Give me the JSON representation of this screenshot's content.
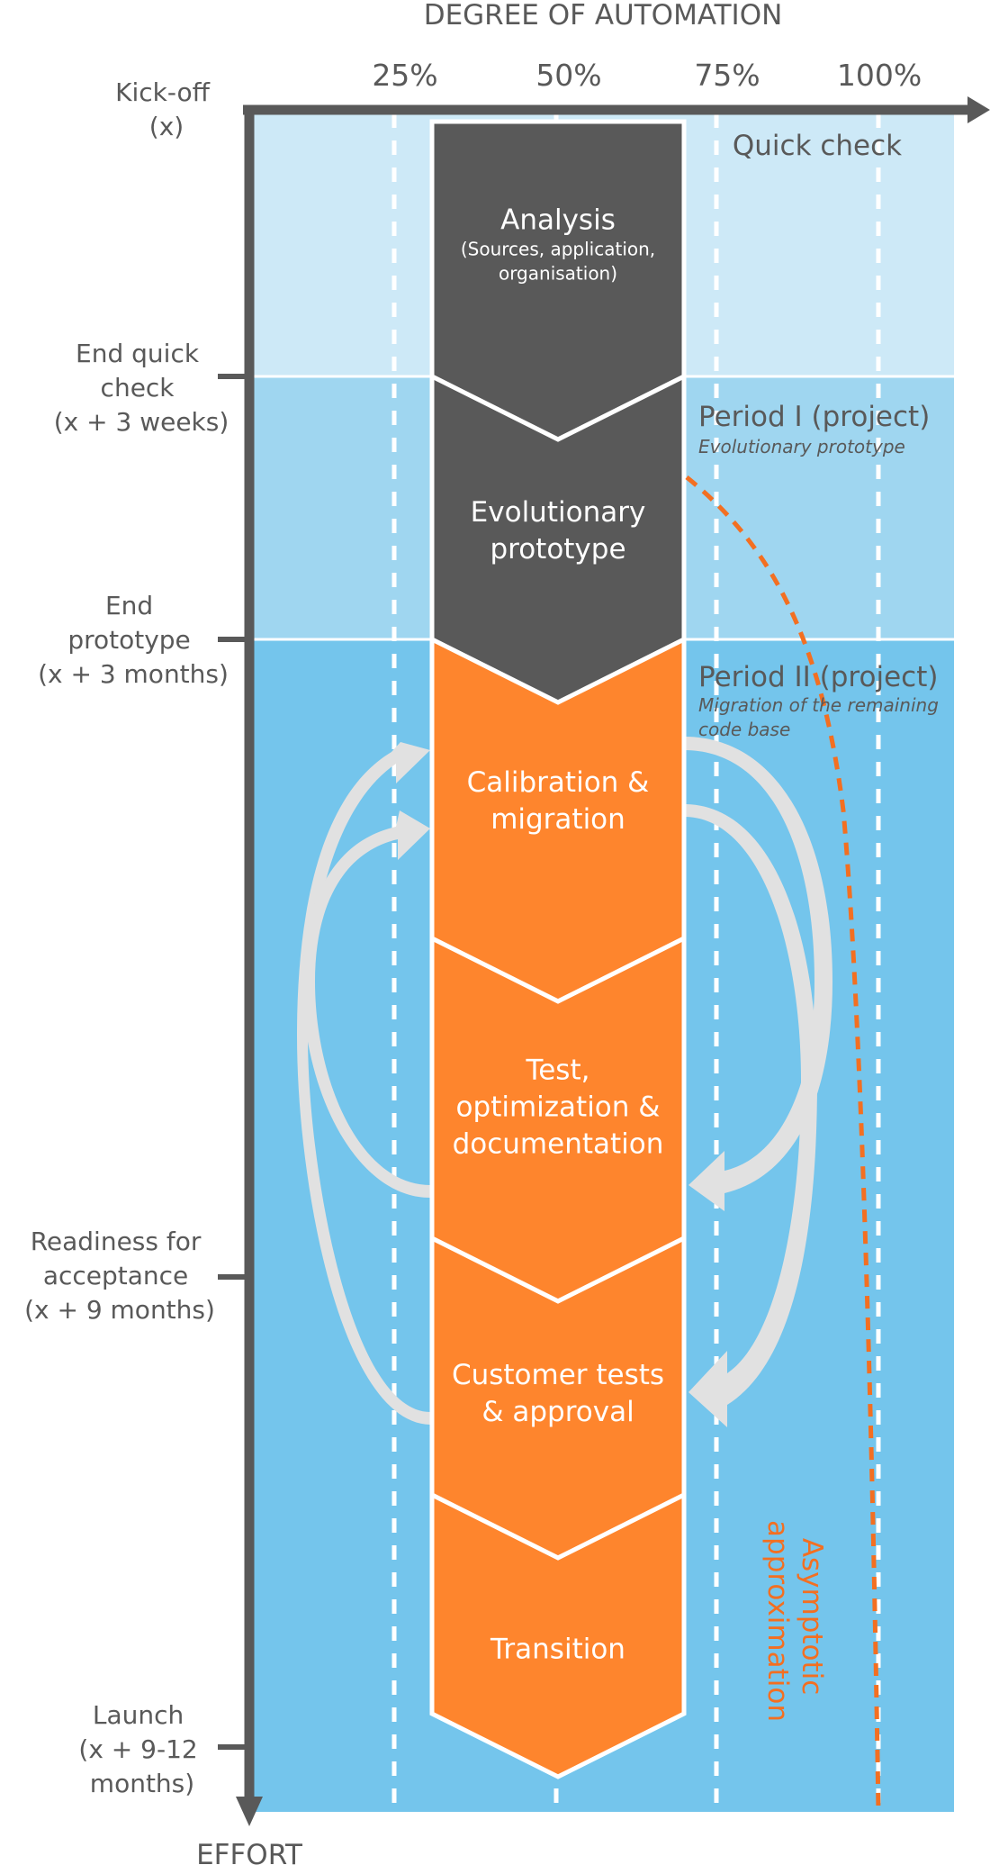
{
  "axes": {
    "x_title": "DEGREE OF AUTOMATION",
    "y_title": "EFFORT",
    "ticks": [
      "25%",
      "50%",
      "75%",
      "100%"
    ]
  },
  "milestones": [
    {
      "lines": [
        "Kick-off",
        "(x)"
      ]
    },
    {
      "lines": [
        "End quick",
        "check",
        "(x + 3 weeks)"
      ]
    },
    {
      "lines": [
        "End",
        "prototype",
        "(x + 3 months)"
      ]
    },
    {
      "lines": [
        "Readiness for",
        "acceptance",
        "(x + 9 months)"
      ]
    },
    {
      "lines": [
        "Launch",
        "(x + 9-12",
        "months)"
      ]
    }
  ],
  "periods": [
    {
      "title": "Quick check",
      "subtitle": []
    },
    {
      "title": "Period I (project)",
      "subtitle": [
        "Evolutionary prototype"
      ]
    },
    {
      "title": "Period II (project)",
      "subtitle": [
        "Migration of the remaining",
        "code base"
      ]
    }
  ],
  "phases": [
    {
      "lines": [
        "Analysis"
      ],
      "sub": [
        "(Sources, application,",
        "organisation)"
      ]
    },
    {
      "lines": [
        "Evolutionary",
        "prototype"
      ],
      "sub": []
    },
    {
      "lines": [
        "Calibration &",
        "migration"
      ],
      "sub": []
    },
    {
      "lines": [
        "Test,",
        "optimization &",
        "documentation"
      ],
      "sub": []
    },
    {
      "lines": [
        "Customer tests",
        "& approval"
      ],
      "sub": []
    },
    {
      "lines": [
        "Transition"
      ],
      "sub": []
    }
  ],
  "curve_label": [
    "Asymptotic",
    "approximation"
  ],
  "colors": {
    "band_quick": "#cde9f7",
    "band_period1": "#9fd6f0",
    "band_period2": "#74c5ec",
    "phase_dark": "#595959",
    "phase_orange": "#fe852d",
    "axis": "#595959",
    "loop_arrow": "#e1e1e1",
    "curve": "#f36f21",
    "text": "#595959",
    "white": "#ffffff"
  }
}
